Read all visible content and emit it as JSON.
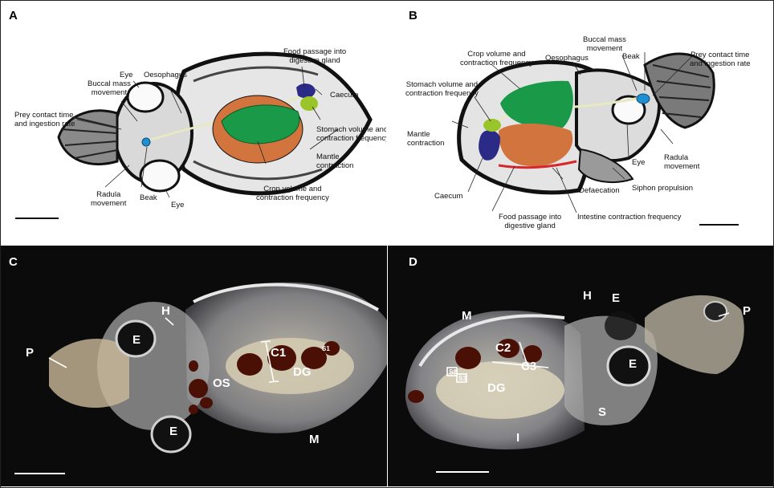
{
  "panels": {
    "A": {
      "label": "A",
      "labels": {
        "eye_top": "Eye",
        "oesophagus": "Oesophagus",
        "buccal_mass": "Buccal mass\nmovement",
        "prey_contact": "Prey contact time\nand ingestion rate",
        "food_passage": "Food passage into\ndigestive gland",
        "caecum": "Caecum",
        "stomach": "Stomach volume and\ncontraction frequency",
        "mantle": "Mantle\ncontraction",
        "crop": "Crop volume and\ncontraction frequency",
        "radula": "Radula\nmovement",
        "beak": "Beak",
        "eye_bottom": "Eye"
      }
    },
    "B": {
      "label": "B",
      "labels": {
        "crop": "Crop volume and\ncontraction frequency",
        "oesophagus": "Oesophagus",
        "buccal_mass": "Buccal mass\nmovement",
        "beak": "Beak",
        "prey_contact": "Prey contact time\nand ingestion rate",
        "stomach": "Stomach volume and\ncontraction frequency",
        "mantle": "Mantle\ncontraction",
        "eye": "Eye",
        "radula": "Radula\nmovement",
        "siphon": "Siphon propulsion",
        "defaecation": "Defaecation",
        "caecum": "Caecum",
        "food_passage": "Food passage into\ndigestive gland",
        "intestine": "Intestine contraction frequency"
      }
    },
    "C": {
      "label": "C",
      "labels": {
        "H": "H",
        "E_top": "E",
        "P": "P",
        "C1": "C1",
        "S1": "S1",
        "DG": "DG",
        "OS": "OS",
        "E_bottom": "E",
        "M": "M"
      }
    },
    "D": {
      "label": "D",
      "labels": {
        "M": "M",
        "H": "H",
        "E_top": "E",
        "P": "P",
        "C2": "C2",
        "C3": "C3",
        "S2": "S2",
        "S3": "S3",
        "DG": "DG",
        "E_right": "E",
        "S": "S",
        "I": "I"
      }
    }
  },
  "colors": {
    "crop": "#1a9a48",
    "digestive_gland": "#d2743e",
    "caecum": "#2b2a86",
    "stomach": "#9ac52a",
    "beak": "#1f8fd0",
    "intestine": "#d8262a",
    "photo_background": "#0b0b0b"
  }
}
